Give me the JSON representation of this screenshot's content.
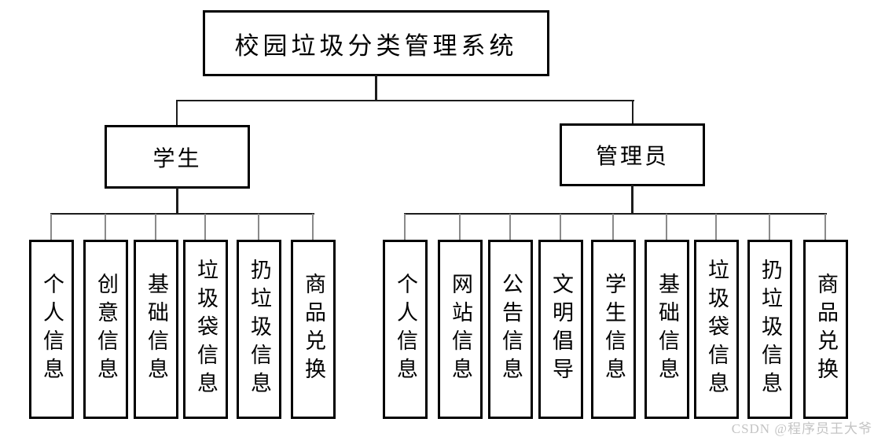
{
  "diagram": {
    "root": {
      "label": "校园垃圾分类管理系统"
    },
    "branches": [
      {
        "label": "学生",
        "children": [
          "个人信息",
          "创意信息",
          "基础信息",
          "垃圾袋信息",
          "扔垃圾信息",
          "商品兑换"
        ]
      },
      {
        "label": "管理员",
        "children": [
          "个人信息",
          "网站信息",
          "公告信息",
          "文明倡导",
          "学生信息",
          "基础信息",
          "垃圾袋信息",
          "扔垃圾信息",
          "商品兑换"
        ]
      }
    ]
  },
  "watermark": {
    "text": "CSDN @程序员王大爷"
  },
  "colors": {
    "background": "#ffffff",
    "box_border": "#000000",
    "connector": "#1c1c1c",
    "stub_connector": "#8a8a8a",
    "watermark": "#c4c4c4"
  }
}
